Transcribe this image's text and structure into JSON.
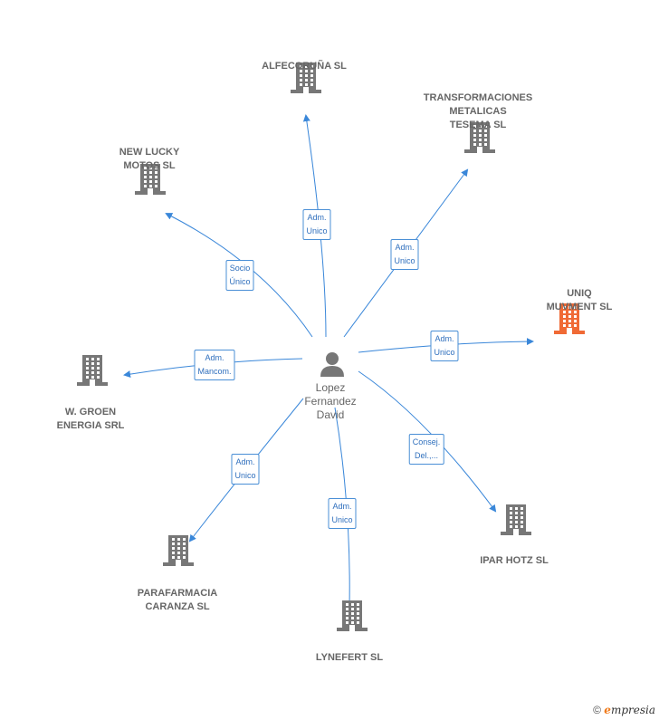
{
  "person": {
    "name": "Lopez\nFernandez\nDavid"
  },
  "companies": [
    {
      "id": "alfecoruna",
      "label": "ALFECORUÑA SL",
      "highlight": false
    },
    {
      "id": "transformaciones",
      "label": "TRANSFORMACIONES\nMETALICAS\nTESEMA SL",
      "highlight": false
    },
    {
      "id": "newlucky",
      "label": "NEW LUCKY\nMOTOS SL",
      "highlight": false
    },
    {
      "id": "uniq",
      "label": "UNIQ\nMUVMENT SL",
      "highlight": true
    },
    {
      "id": "groen",
      "label": "W. GROEN\nENERGIA SRL",
      "highlight": false
    },
    {
      "id": "ipar",
      "label": "IPAR HOTZ SL",
      "highlight": false
    },
    {
      "id": "parafarmacia",
      "label": "PARAFARMACIA\nCARANZA SL",
      "highlight": false
    },
    {
      "id": "lynefert",
      "label": "LYNEFERT SL",
      "highlight": false
    }
  ],
  "relations": [
    {
      "to": "alfecoruna",
      "label": "Adm.\nUnico"
    },
    {
      "to": "transformaciones",
      "label": "Adm.\nUnico"
    },
    {
      "to": "newlucky",
      "label": "Socio\nÚnico"
    },
    {
      "to": "uniq",
      "label": "Adm.\nUnico"
    },
    {
      "to": "groen",
      "label": "Adm.\nMancom."
    },
    {
      "to": "ipar",
      "label": "Consej.\nDel.,..."
    },
    {
      "to": "parafarmacia",
      "label": "Adm.\nUnico"
    },
    {
      "to": "lynefert",
      "label": "Adm.\nUnico"
    }
  ],
  "colors": {
    "edge": "#3a87d9",
    "building": "#777777",
    "highlight": "#f06a35"
  },
  "footer": {
    "copyright": "©",
    "brand_initial": "e",
    "brand_rest": "mpresia"
  }
}
